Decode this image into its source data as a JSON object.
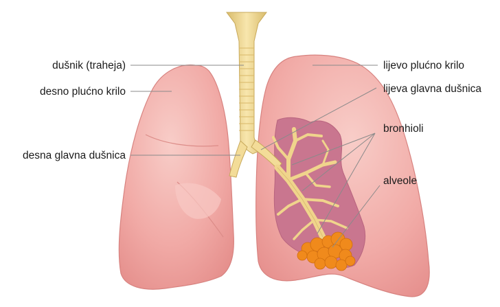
{
  "labels": {
    "trachea": "dušnik (traheja)",
    "right_lung": "desno plućno krilo",
    "right_main_bronchus": "desna glavna dušnica",
    "left_lung": "lijevo plućno krilo",
    "left_main_bronchus": "lijeva glavna dušnica",
    "bronchioles": "bronhioli",
    "alveoli": "alveole"
  },
  "colors": {
    "lung_fill": "#f0a8a4",
    "lung_light": "#f7c4bf",
    "lung_edge": "#d7827f",
    "airway": "#f3dc98",
    "airway_edge": "#c7a85a",
    "interior": "#c9768f",
    "alveoli": "#f08a1c"
  }
}
